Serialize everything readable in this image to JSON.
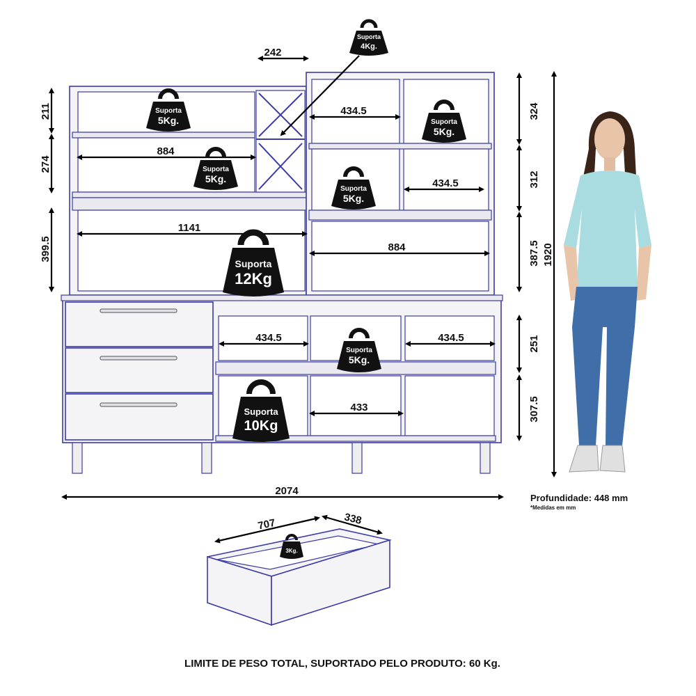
{
  "dimensions": {
    "top_width": "242",
    "top_shelf_height": "211",
    "second_shelf_height": "274",
    "left_width_884": "884",
    "left_height_399": "399.5",
    "width_1141": "1141",
    "right_width_4345_top": "434.5",
    "right_height_324": "324",
    "right_width_4345_mid": "434.5",
    "right_height_312": "312",
    "right_width_884": "884",
    "right_height_387": "387.5",
    "total_height": "1920",
    "lower_width_4345_left": "434.5",
    "lower_width_4345_right": "434.5",
    "lower_height_251": "251",
    "lower_width_433": "433",
    "lower_height_307": "307.5",
    "total_width": "2074",
    "drawer_width": "707",
    "drawer_depth": "338"
  },
  "weights": {
    "wine_rack": {
      "line1": "Suporta",
      "line2": "4Kg."
    },
    "top_left": {
      "line1": "Suporta",
      "line2": "5Kg."
    },
    "second_left": {
      "line1": "Suporta",
      "line2": "5Kg."
    },
    "top_right": {
      "line1": "Suporta",
      "line2": "5Kg."
    },
    "mid_right": {
      "line1": "Suporta",
      "line2": "5Kg."
    },
    "big_center": {
      "line1": "Suporta",
      "line2": "12Kg"
    },
    "lower_center": {
      "line1": "Suporta",
      "line2": "5Kg."
    },
    "lower_left": {
      "line1": "Suporta",
      "line2": "10Kg"
    },
    "drawer": {
      "line2": "3Kg."
    }
  },
  "notes": {
    "depth": "Profundidade: 448 mm",
    "units": "*Medidas em mm",
    "footer": "LIMITE DE PESO TOTAL, SUPORTADO PELO PRODUTO: 60 Kg."
  },
  "colors": {
    "outline": "#3a3aa8",
    "weight_icon": "#111111",
    "shirt": "#a9dce0",
    "jeans": "#3f6ea8"
  }
}
